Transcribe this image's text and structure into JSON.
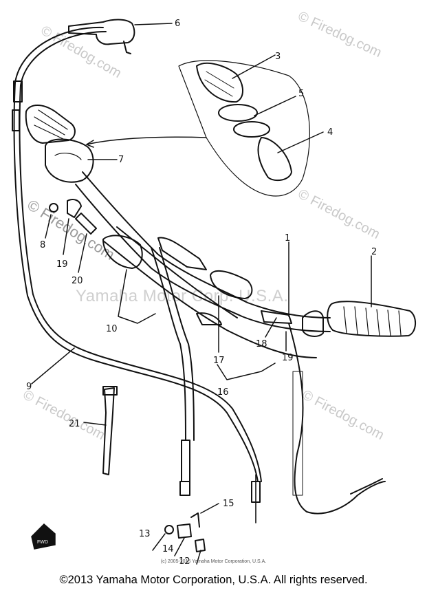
{
  "watermarks": {
    "site": "© Firedog.com",
    "manufacturer": "Yamaha Motor Corp. U.S.A."
  },
  "inner_copyright": "(c) 2005-2015 Yamaha Motor Corporation, U.S.A.",
  "footer_copyright": "©2013 Yamaha Motor Corporation, U.S.A. All rights reserved.",
  "fwd_label": "FWD",
  "part_labels": {
    "p1": "1",
    "p2": "2",
    "p3": "3",
    "p4": "4",
    "p5": "5",
    "p6": "6",
    "p7": "7",
    "p8": "8",
    "p9": "9",
    "p10": "10",
    "p12": "12",
    "p13": "13",
    "p14": "14",
    "p15": "15",
    "p16": "16",
    "p17": "17",
    "p18": "18",
    "p19a": "19",
    "p19b": "19",
    "p20": "20",
    "p21": "21"
  }
}
